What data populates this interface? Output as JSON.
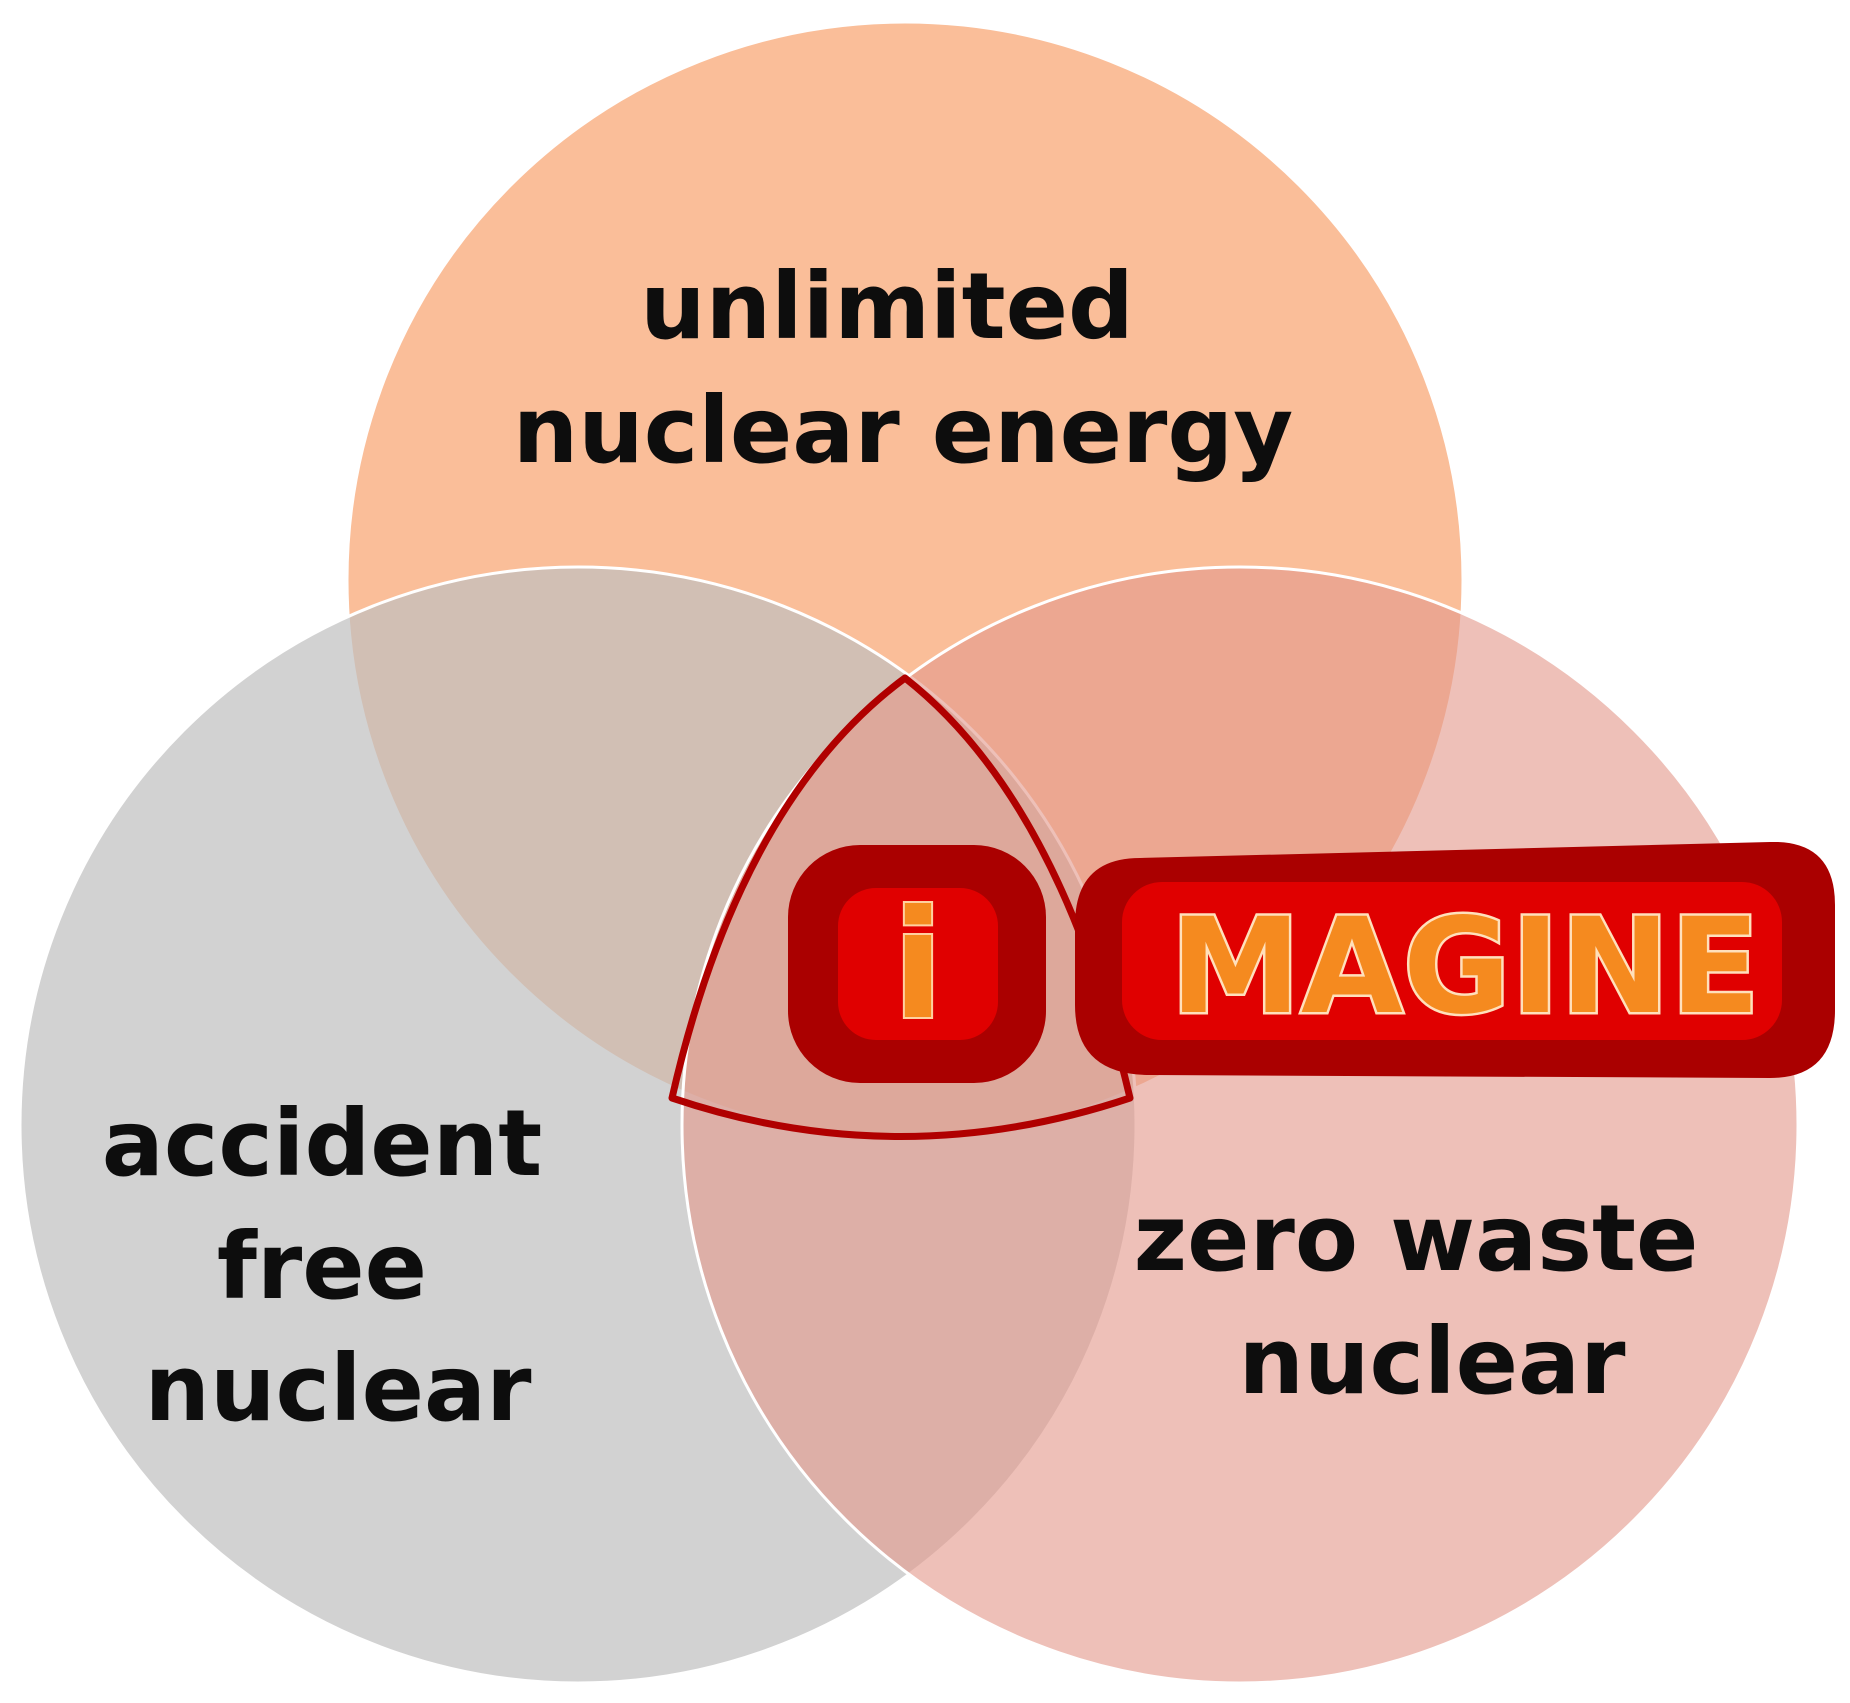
{
  "diagram": {
    "colors": {
      "top_circle": "#f8a36e",
      "left_circle": "#bfbfbf",
      "right_circle": "#e49a8c",
      "center_outline": "#b00000",
      "logo_dark": "#aa0000",
      "logo_bright": "#e00000",
      "logo_text": "#f58a1f"
    },
    "circles": {
      "top": {
        "lines": [
          "unlimited",
          "nuclear energy"
        ]
      },
      "left": {
        "lines": [
          "accident",
          "free",
          "nuclear"
        ]
      },
      "right": {
        "lines": [
          "zero waste",
          "nuclear"
        ]
      }
    },
    "logo": {
      "letter": "i",
      "word": "MAGINE"
    }
  }
}
